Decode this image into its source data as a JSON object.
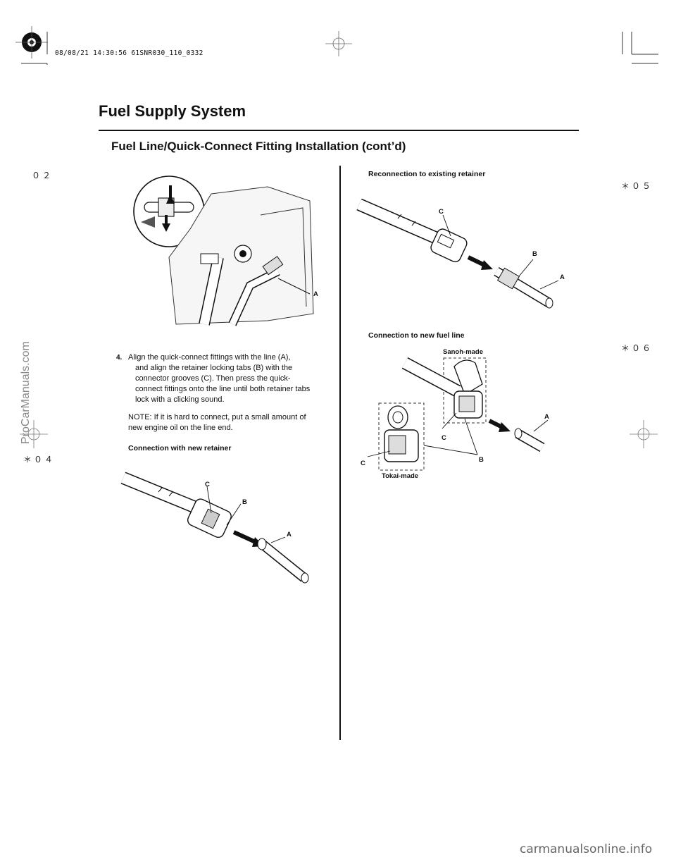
{
  "print_stamp": "08/08/21 14:30:56 61SNR030_110_0332",
  "page_title": "Fuel Supply System",
  "section_title": "Fuel Line/Quick-Connect Fitting Installation (cont’d)",
  "margin_marks": {
    "left_top": "０２",
    "left_bottom": "＊０４",
    "right_top": "＊０５",
    "right_middle": "＊０６"
  },
  "watermark_side": "ProCarManuals.com",
  "watermark_footer": "carmanualsonline.info",
  "step": {
    "number": "4.",
    "text_lines": [
      "Align the quick-connect fittings with the line (A),",
      "and align the retainer locking tabs (B) with the",
      "connector grooves (C). Then press the quick-",
      "connect fittings onto the line until both retainer tabs",
      "lock with a clicking sound."
    ],
    "note_lines": [
      "NOTE: If it is hard to connect, put a small amount of",
      "new engine oil on the line end."
    ]
  },
  "headings": {
    "new_retainer": "Connection with new retainer",
    "existing_retainer": "Reconnection to existing retainer",
    "new_fuel_line": "Connection to new fuel line"
  },
  "callouts": {
    "A": "A",
    "B": "B",
    "C": "C",
    "sanoh": "Sanoh-made",
    "tokai": "Tokai-made"
  }
}
